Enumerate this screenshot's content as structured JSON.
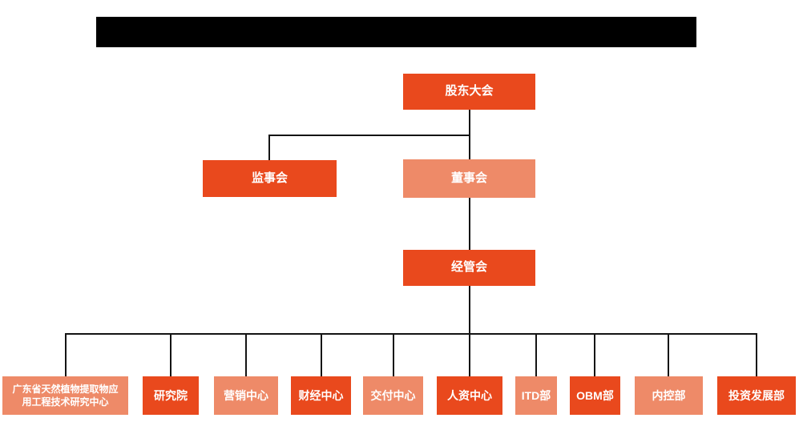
{
  "title_bar": {
    "redacted": true,
    "text": ""
  },
  "colors": {
    "primary": "#E9491D",
    "secondary": "#EE8A68",
    "line": "#141414",
    "redaction": "#000000",
    "node-text": "#FFFFFF",
    "background": "#FFFFFF"
  },
  "org": {
    "root": {
      "label": "股东大会"
    },
    "level2": [
      {
        "label": "监事会"
      },
      {
        "label": "董事会"
      }
    ],
    "level3": {
      "label": "经管会"
    },
    "departments": [
      {
        "label": "广东省天然植物提取物应用工程技术研究中心"
      },
      {
        "label": "研究院"
      },
      {
        "label": "营销中心"
      },
      {
        "label": "财经中心"
      },
      {
        "label": "交付中心"
      },
      {
        "label": "人资中心"
      },
      {
        "label": "ITD部"
      },
      {
        "label": "OBM部"
      },
      {
        "label": "内控部"
      },
      {
        "label": "投资发展部"
      }
    ]
  }
}
